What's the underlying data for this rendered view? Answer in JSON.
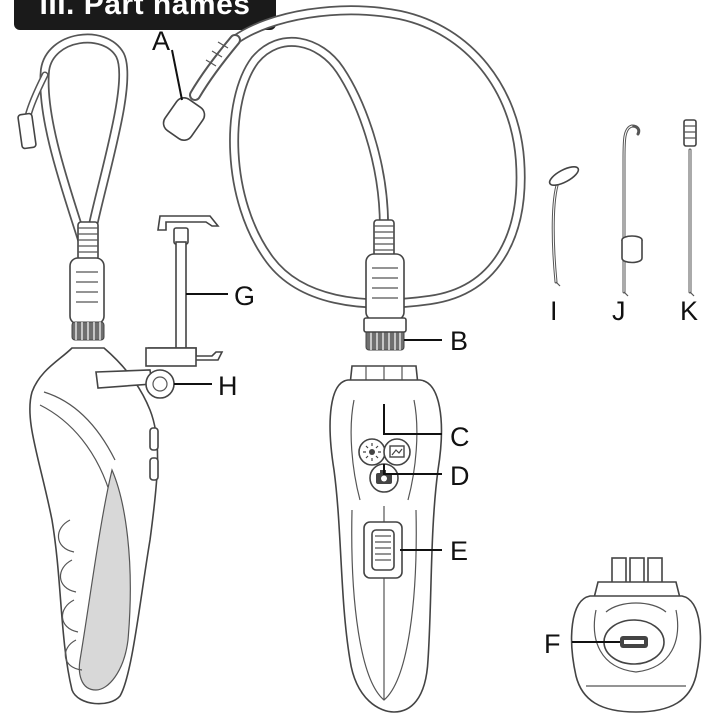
{
  "header": {
    "title": "III. Part names"
  },
  "labels": {
    "A": "A",
    "B": "B",
    "C": "C",
    "D": "D",
    "E": "E",
    "F": "F",
    "G": "G",
    "H": "H",
    "I": "I",
    "J": "J",
    "K": "K"
  },
  "colors": {
    "header_bg": "#1a1a1a",
    "header_text": "#ffffff",
    "line": "#111111",
    "outline": "#444444"
  },
  "icons": [
    "led-brightness-icon",
    "photo-icon",
    "camera-icon",
    "usb-port-icon"
  ]
}
